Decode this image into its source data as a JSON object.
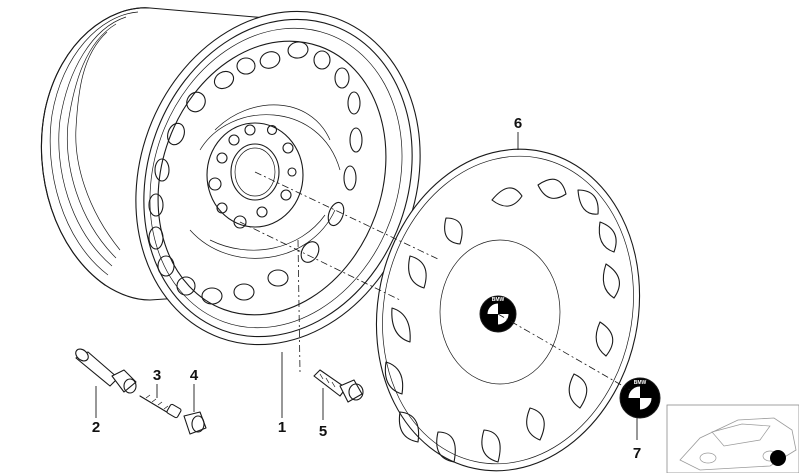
{
  "diagram": {
    "callouts": [
      {
        "id": "1",
        "text": "1"
      },
      {
        "id": "2",
        "text": "2"
      },
      {
        "id": "3",
        "text": "3"
      },
      {
        "id": "4",
        "text": "4"
      },
      {
        "id": "5",
        "text": "5"
      },
      {
        "id": "6",
        "text": "6"
      },
      {
        "id": "7",
        "text": "7"
      }
    ],
    "emblem_text": "BMW",
    "thumbnail": {
      "icon": "car-silhouette-icon"
    },
    "colors": {
      "line": "#1a1a1a",
      "background": "#ffffff",
      "emblem": "#000000"
    }
  }
}
